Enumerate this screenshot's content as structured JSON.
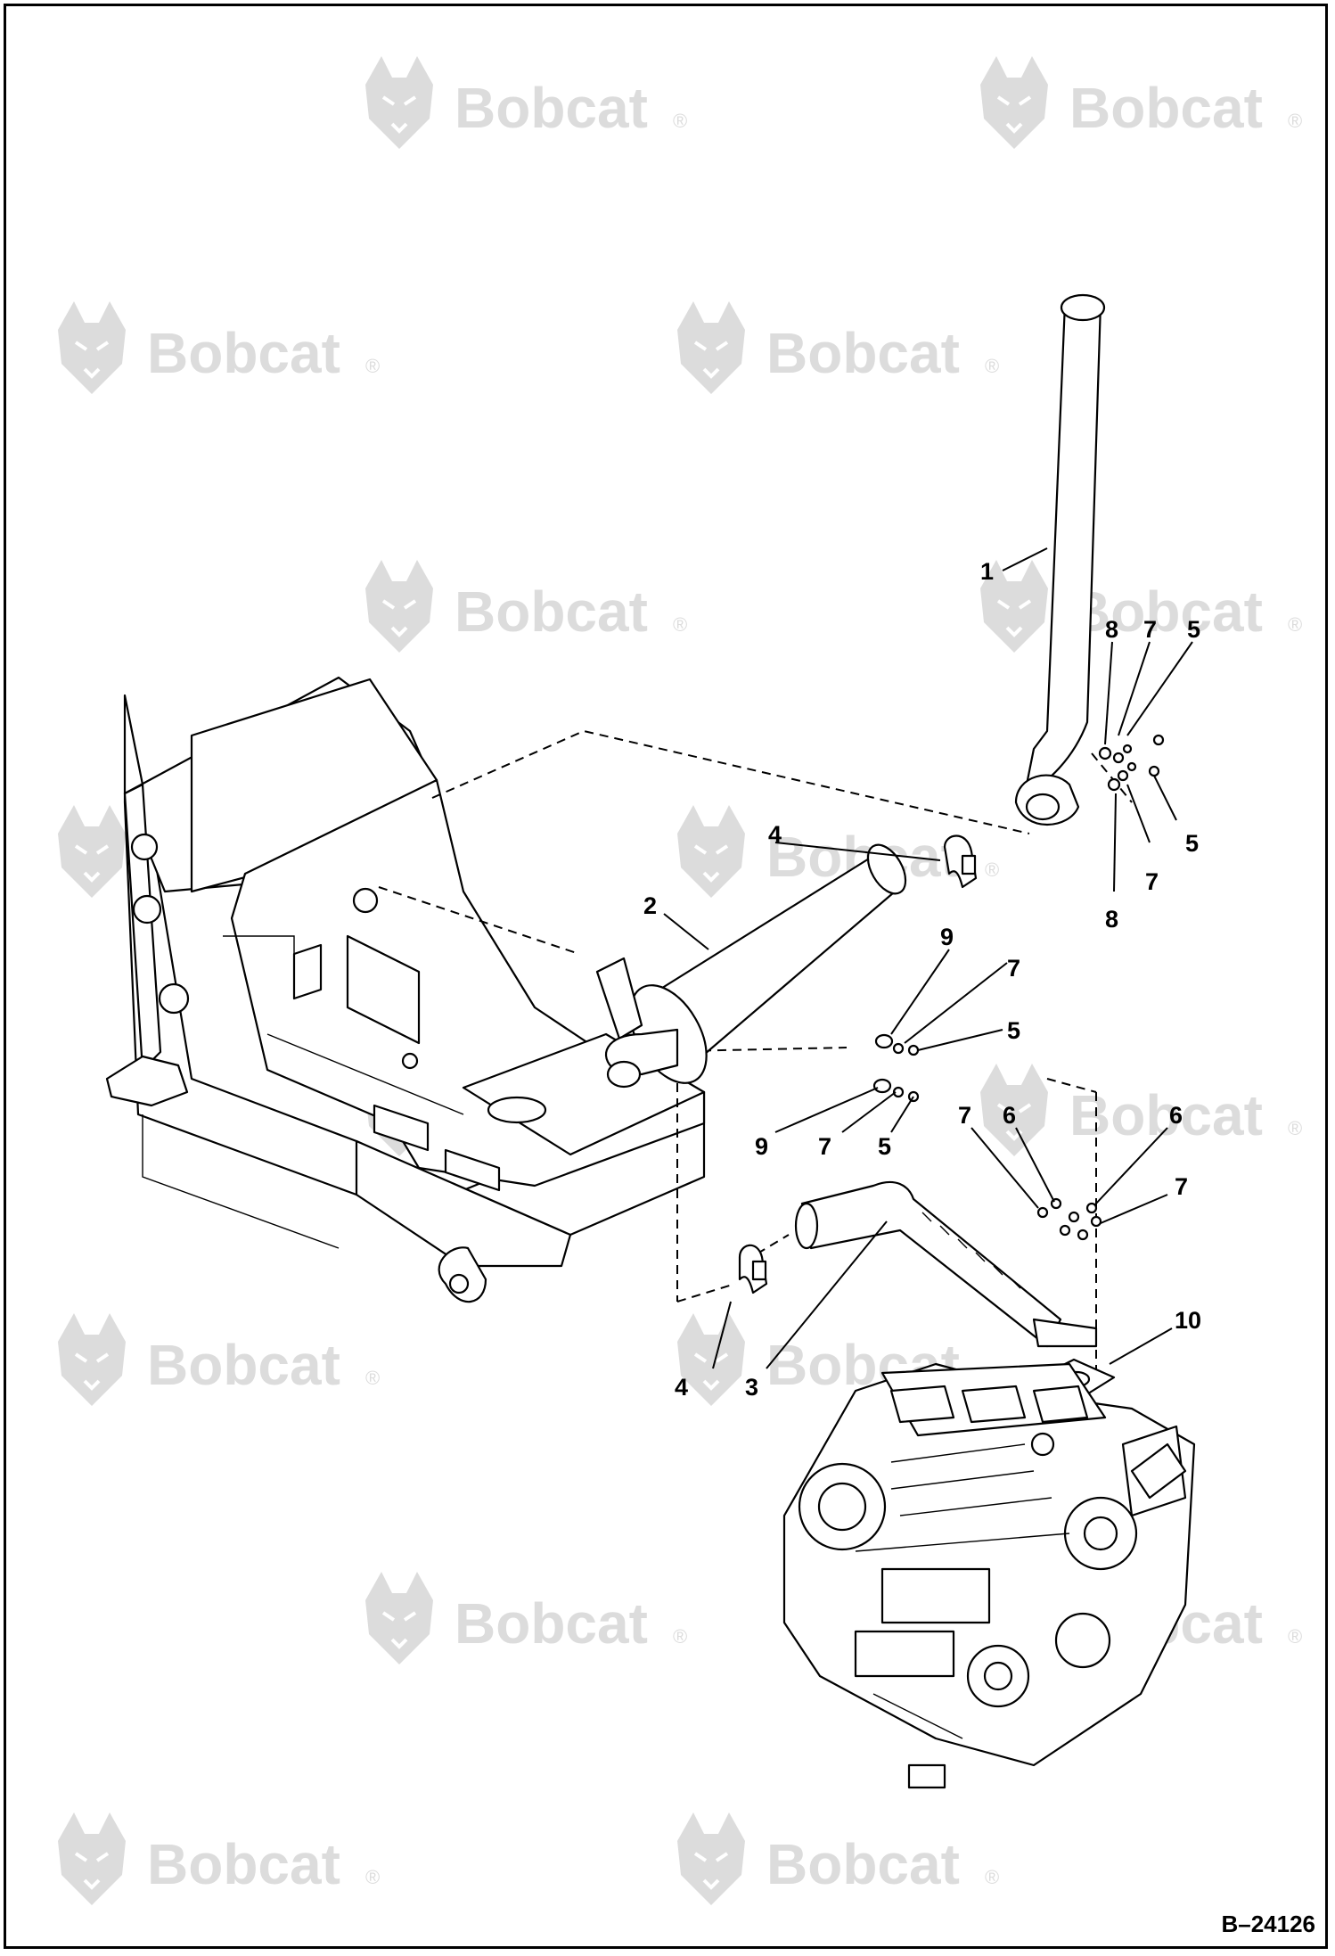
{
  "watermark": {
    "brand": "Bobcat",
    "mark": "®",
    "logo_icon": "bobcat-head-logo-icon"
  },
  "callouts": {
    "c1": "1",
    "c2": "2",
    "c3": "3",
    "c4a": "4",
    "c4b": "4",
    "c5a": "5",
    "c5b": "5",
    "c5c": "5",
    "c5d": "5",
    "c6a": "6",
    "c6b": "6",
    "c7a": "7",
    "c7b": "7",
    "c7c": "7",
    "c7d": "7",
    "c7e": "7",
    "c7f": "7",
    "c8a": "8",
    "c8b": "8",
    "c9a": "9",
    "c9b": "9",
    "c10": "10"
  },
  "drawing_number": "B–24126"
}
